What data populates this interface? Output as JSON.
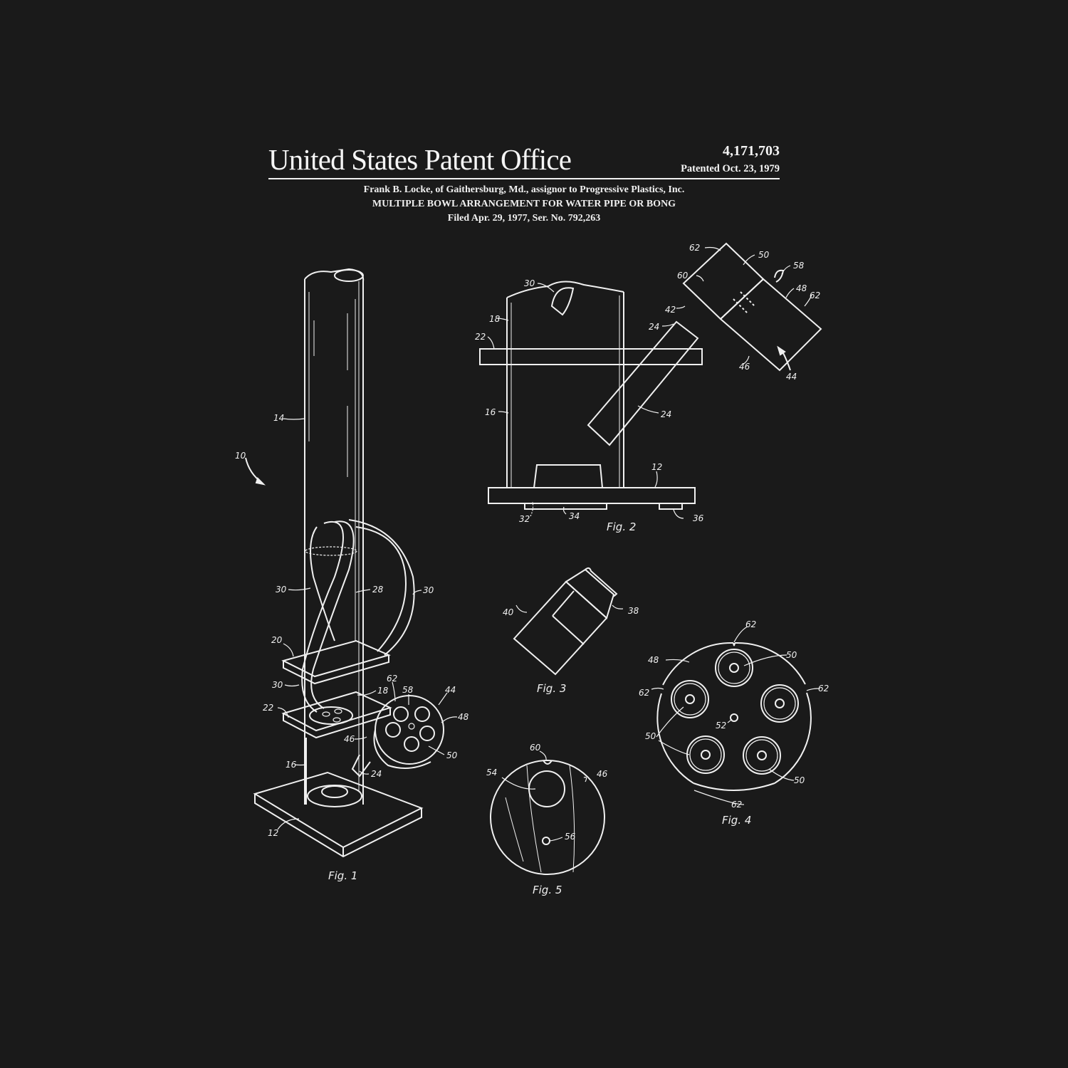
{
  "header": {
    "title": "United States Patent Office",
    "patent_number": "4,171,703",
    "patented_date": "Patented Oct. 23, 1979",
    "inventor_line": "Frank B. Locke, of Gaithersburg, Md., assignor to Progressive Plastics, Inc.",
    "invention_title": "MULTIPLE BOWL ARRANGEMENT FOR WATER PIPE OR BONG",
    "filed_line": "Filed Apr. 29, 1977, Ser. No. 792,263"
  },
  "colors": {
    "background": "#1a1a1a",
    "ink": "#f0f0f0"
  },
  "figures": {
    "fig1": {
      "caption": "Fig. 1",
      "labels": [
        "10",
        "14",
        "30",
        "28",
        "30",
        "20",
        "30",
        "18",
        "62",
        "58",
        "44",
        "22",
        "48",
        "46",
        "50",
        "16",
        "24",
        "12"
      ]
    },
    "fig2": {
      "caption": "Fig. 2",
      "labels": [
        "62",
        "50",
        "58",
        "60",
        "48",
        "62",
        "30",
        "42",
        "18",
        "24",
        "22",
        "46",
        "44",
        "16",
        "24",
        "12",
        "32",
        "34",
        "36"
      ]
    },
    "fig3": {
      "caption": "Fig. 3",
      "labels": [
        "40",
        "38"
      ]
    },
    "fig4": {
      "caption": "Fig. 4",
      "labels": [
        "62",
        "48",
        "50",
        "62",
        "62",
        "52",
        "50",
        "50",
        "62"
      ]
    },
    "fig5": {
      "caption": "Fig. 5",
      "labels": [
        "60",
        "54",
        "46",
        "56"
      ]
    }
  }
}
